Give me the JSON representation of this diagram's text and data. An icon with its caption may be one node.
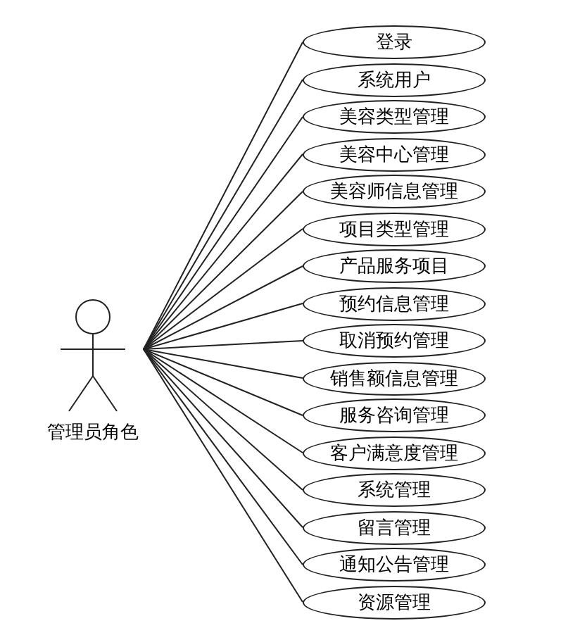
{
  "diagram": {
    "nodes": [
      {
        "text": [
          "管理员角色"
        ]
      },
      {
        "text": [
          "登录"
        ]
      },
      {
        "text": [
          "系统用户"
        ]
      },
      {
        "text": [
          "美容类型管理"
        ]
      },
      {
        "text": [
          "美容中心管理"
        ]
      },
      {
        "text": [
          "美容师信息管理"
        ]
      },
      {
        "text": [
          "项目类型管理"
        ]
      },
      {
        "text": [
          "产品服务项目"
        ]
      },
      {
        "text": [
          "预约信息管理"
        ]
      },
      {
        "text": [
          "取消预约管理"
        ]
      },
      {
        "text": [
          "销售额信息管理"
        ]
      },
      {
        "text": [
          "服务咨询管理"
        ]
      },
      {
        "text": [
          "客户满意度管理"
        ]
      },
      {
        "text": [
          "系统管理"
        ]
      },
      {
        "text": [
          "留言管理"
        ]
      },
      {
        "text": [
          "通知公告管理"
        ]
      },
      {
        "text": [
          "资源管理"
        ]
      }
    ],
    "edges": [
      {
        "from": 0,
        "to": 1,
        "arrow": "none"
      },
      {
        "from": 0,
        "to": 2,
        "arrow": "none"
      },
      {
        "from": 0,
        "to": 3,
        "arrow": "none"
      },
      {
        "from": 0,
        "to": 4,
        "arrow": "none"
      },
      {
        "from": 0,
        "to": 5,
        "arrow": "none"
      },
      {
        "from": 0,
        "to": 6,
        "arrow": "none"
      },
      {
        "from": 0,
        "to": 7,
        "arrow": "none"
      },
      {
        "from": 0,
        "to": 8,
        "arrow": "none"
      },
      {
        "from": 0,
        "to": 9,
        "arrow": "none"
      },
      {
        "from": 0,
        "to": 10,
        "arrow": "none"
      },
      {
        "from": 0,
        "to": 11,
        "arrow": "none"
      },
      {
        "from": 0,
        "to": 12,
        "arrow": "none"
      },
      {
        "from": 0,
        "to": 13,
        "arrow": "none"
      },
      {
        "from": 0,
        "to": 14,
        "arrow": "none"
      },
      {
        "from": 0,
        "to": 15,
        "arrow": "none"
      },
      {
        "from": 0,
        "to": 16,
        "arrow": "none"
      }
    ]
  }
}
